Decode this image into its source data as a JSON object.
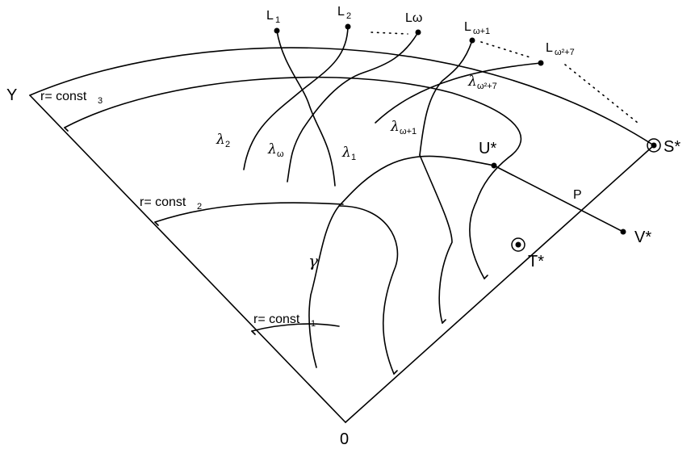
{
  "labels": {
    "Y": "Y",
    "O": "0",
    "S": "S*",
    "T": "T*",
    "U": "U*",
    "V": "V*",
    "P": "P",
    "gamma": "γ",
    "L1": "L",
    "L1_sub": "1",
    "L2": "L",
    "L2_sub": "2",
    "Lw": "Lω",
    "Lw1": "L",
    "Lw1_sub": "ω+1",
    "Lw2": "L",
    "Lw2_sub": "ω²+7",
    "r3": "r= const",
    "r3_sub": "3",
    "r2": "r= const",
    "r2_sub": "2",
    "r1": "r= const",
    "r1_sub": "1",
    "lam2": "λ",
    "lam2_sub": "2",
    "lamw": "λ",
    "lamw_sub": "ω",
    "lam1": "λ",
    "lam1_sub": "1",
    "lamw1": "λ",
    "lamw1_sub": "ω+1",
    "lamw2": "λ",
    "lamw2_sub": "ω²+7"
  }
}
